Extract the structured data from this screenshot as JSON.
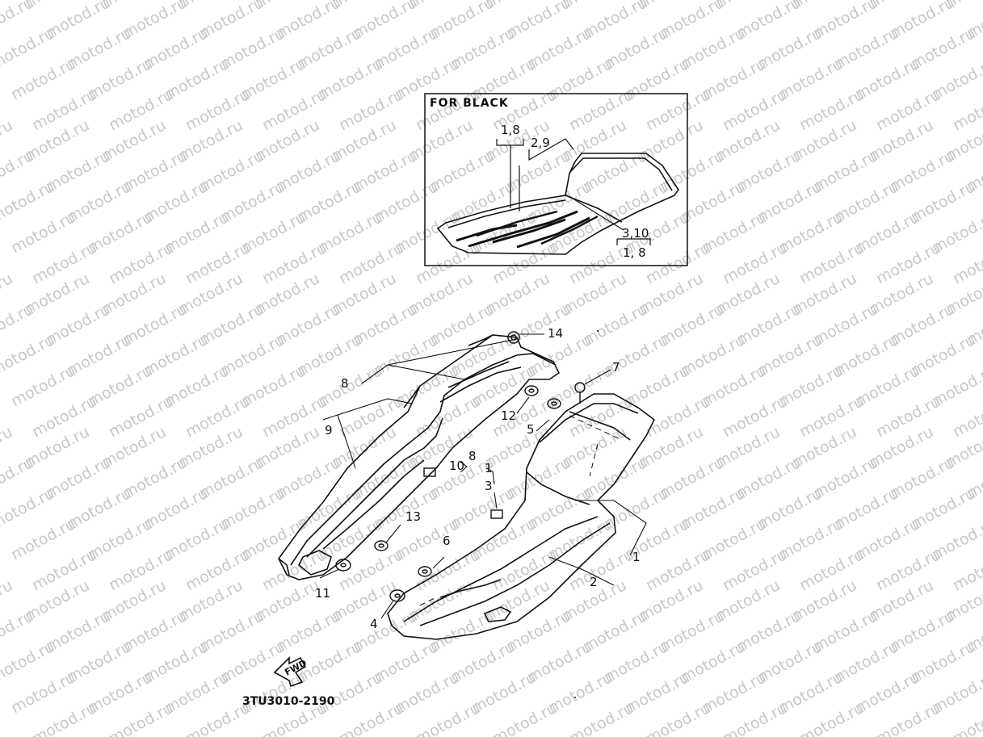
{
  "watermark": "motod.ru",
  "inset": {
    "title": "FOR BLACK"
  },
  "inset_labels": {
    "l18": "1,8",
    "l29": "2,9",
    "l310": "3,10",
    "l18b": "1, 8"
  },
  "callouts": {
    "c1": "1",
    "c2": "2",
    "c4": "4",
    "c5": "5",
    "c6": "6",
    "c7": "7",
    "c8": "8",
    "c9": "9",
    "c11": "11",
    "c12": "12",
    "c13": "13",
    "c14": "14",
    "c10_8": "10",
    "c10_8b": "8",
    "c3_1a": "1",
    "c3_1b": "3"
  },
  "fwd_label": "FWD",
  "diagram_code": "3TU3010-2190",
  "colors": {
    "ink": "#111111",
    "watermark": "#c8c8c8",
    "paper": "#ffffff"
  }
}
